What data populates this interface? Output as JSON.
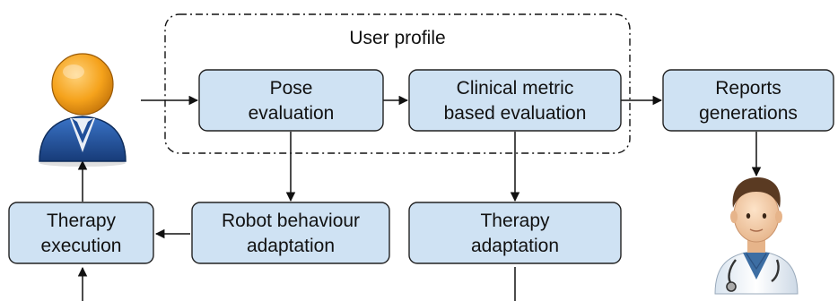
{
  "diagram": {
    "colors": {
      "box_fill": "#cfe2f3",
      "box_stroke": "#222222",
      "arrow": "#111111",
      "user_head": "#f5a21b",
      "user_body": "#1f4e99",
      "doctor_coat": "#eef3f8",
      "doctor_scrubs": "#3d6ea3"
    },
    "group": {
      "label": "User profile"
    },
    "boxes": {
      "pose": {
        "line1": "Pose",
        "line2": "evaluation"
      },
      "clinical": {
        "line1": "Clinical metric",
        "line2": "based evaluation"
      },
      "reports": {
        "line1": "Reports",
        "line2": "generations"
      },
      "therapy_exec": {
        "line1": "Therapy",
        "line2": "execution"
      },
      "robot": {
        "line1": "Robot behaviour",
        "line2": "adaptation"
      },
      "therapy_adapt": {
        "line1": "Therapy",
        "line2": "adaptation"
      }
    },
    "icons": {
      "user": "user-icon",
      "doctor": "doctor-icon"
    }
  }
}
